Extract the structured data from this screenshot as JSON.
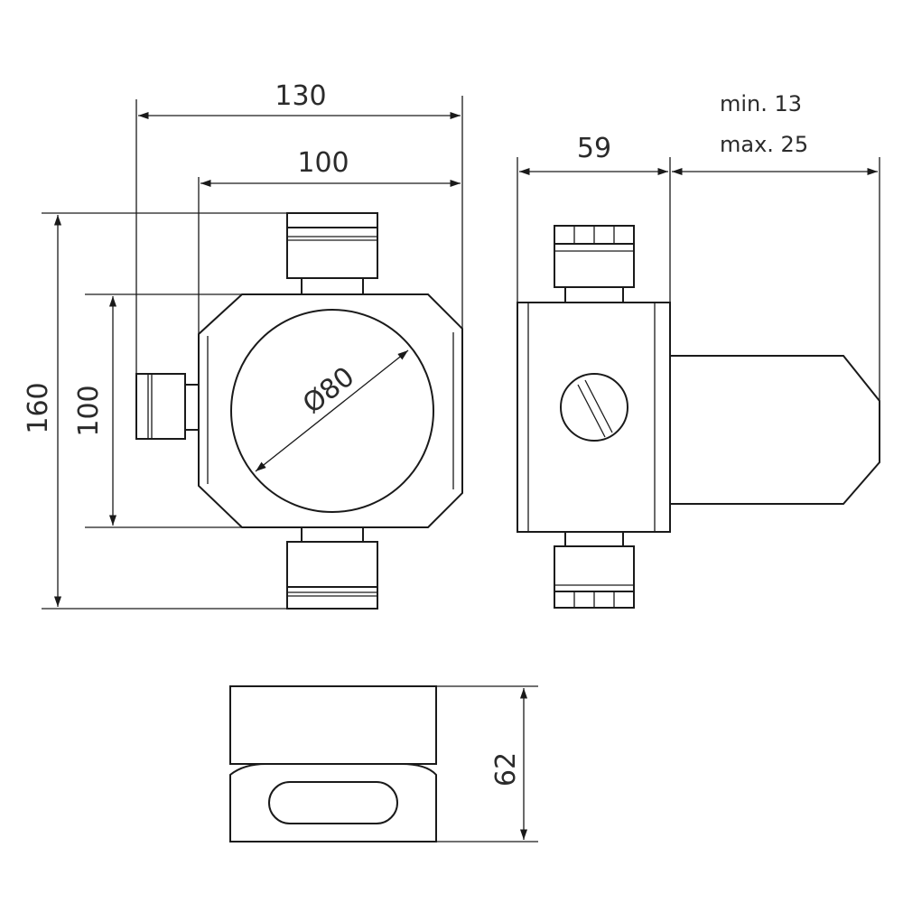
{
  "dimensions": {
    "front_width_overall": "130",
    "front_width_body": "100",
    "front_height_overall": "160",
    "front_height_body": "100",
    "circle_diameter": "Ø80",
    "side_width": "59",
    "stroke_min": "min. 13",
    "stroke_max": "max. 25",
    "bottom_height": "62"
  }
}
